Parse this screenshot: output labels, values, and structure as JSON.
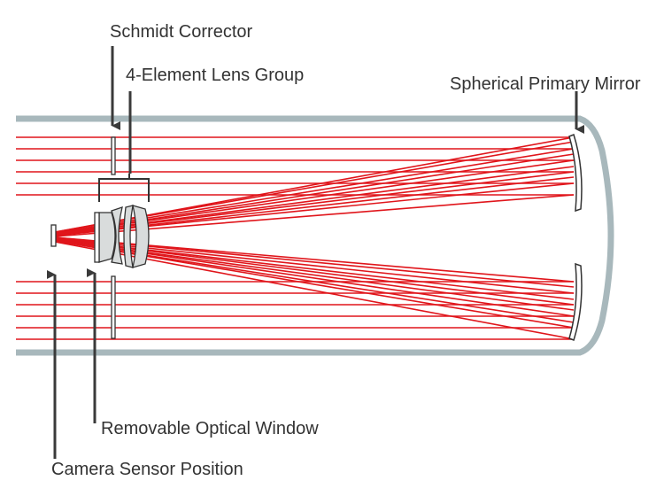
{
  "diagram": {
    "labels": {
      "schmidt_corrector": "Schmidt Corrector",
      "lens_group": "4-Element Lens Group",
      "primary_mirror": "Spherical Primary Mirror",
      "optical_window": "Removable Optical Window",
      "camera_sensor": "Camera Sensor Position"
    },
    "colors": {
      "tube": "#a8b8bc",
      "ray": "#e0151b",
      "arrow": "#3a3a3a",
      "lens_fill": "#d9dcdc",
      "outline": "#333333"
    }
  }
}
